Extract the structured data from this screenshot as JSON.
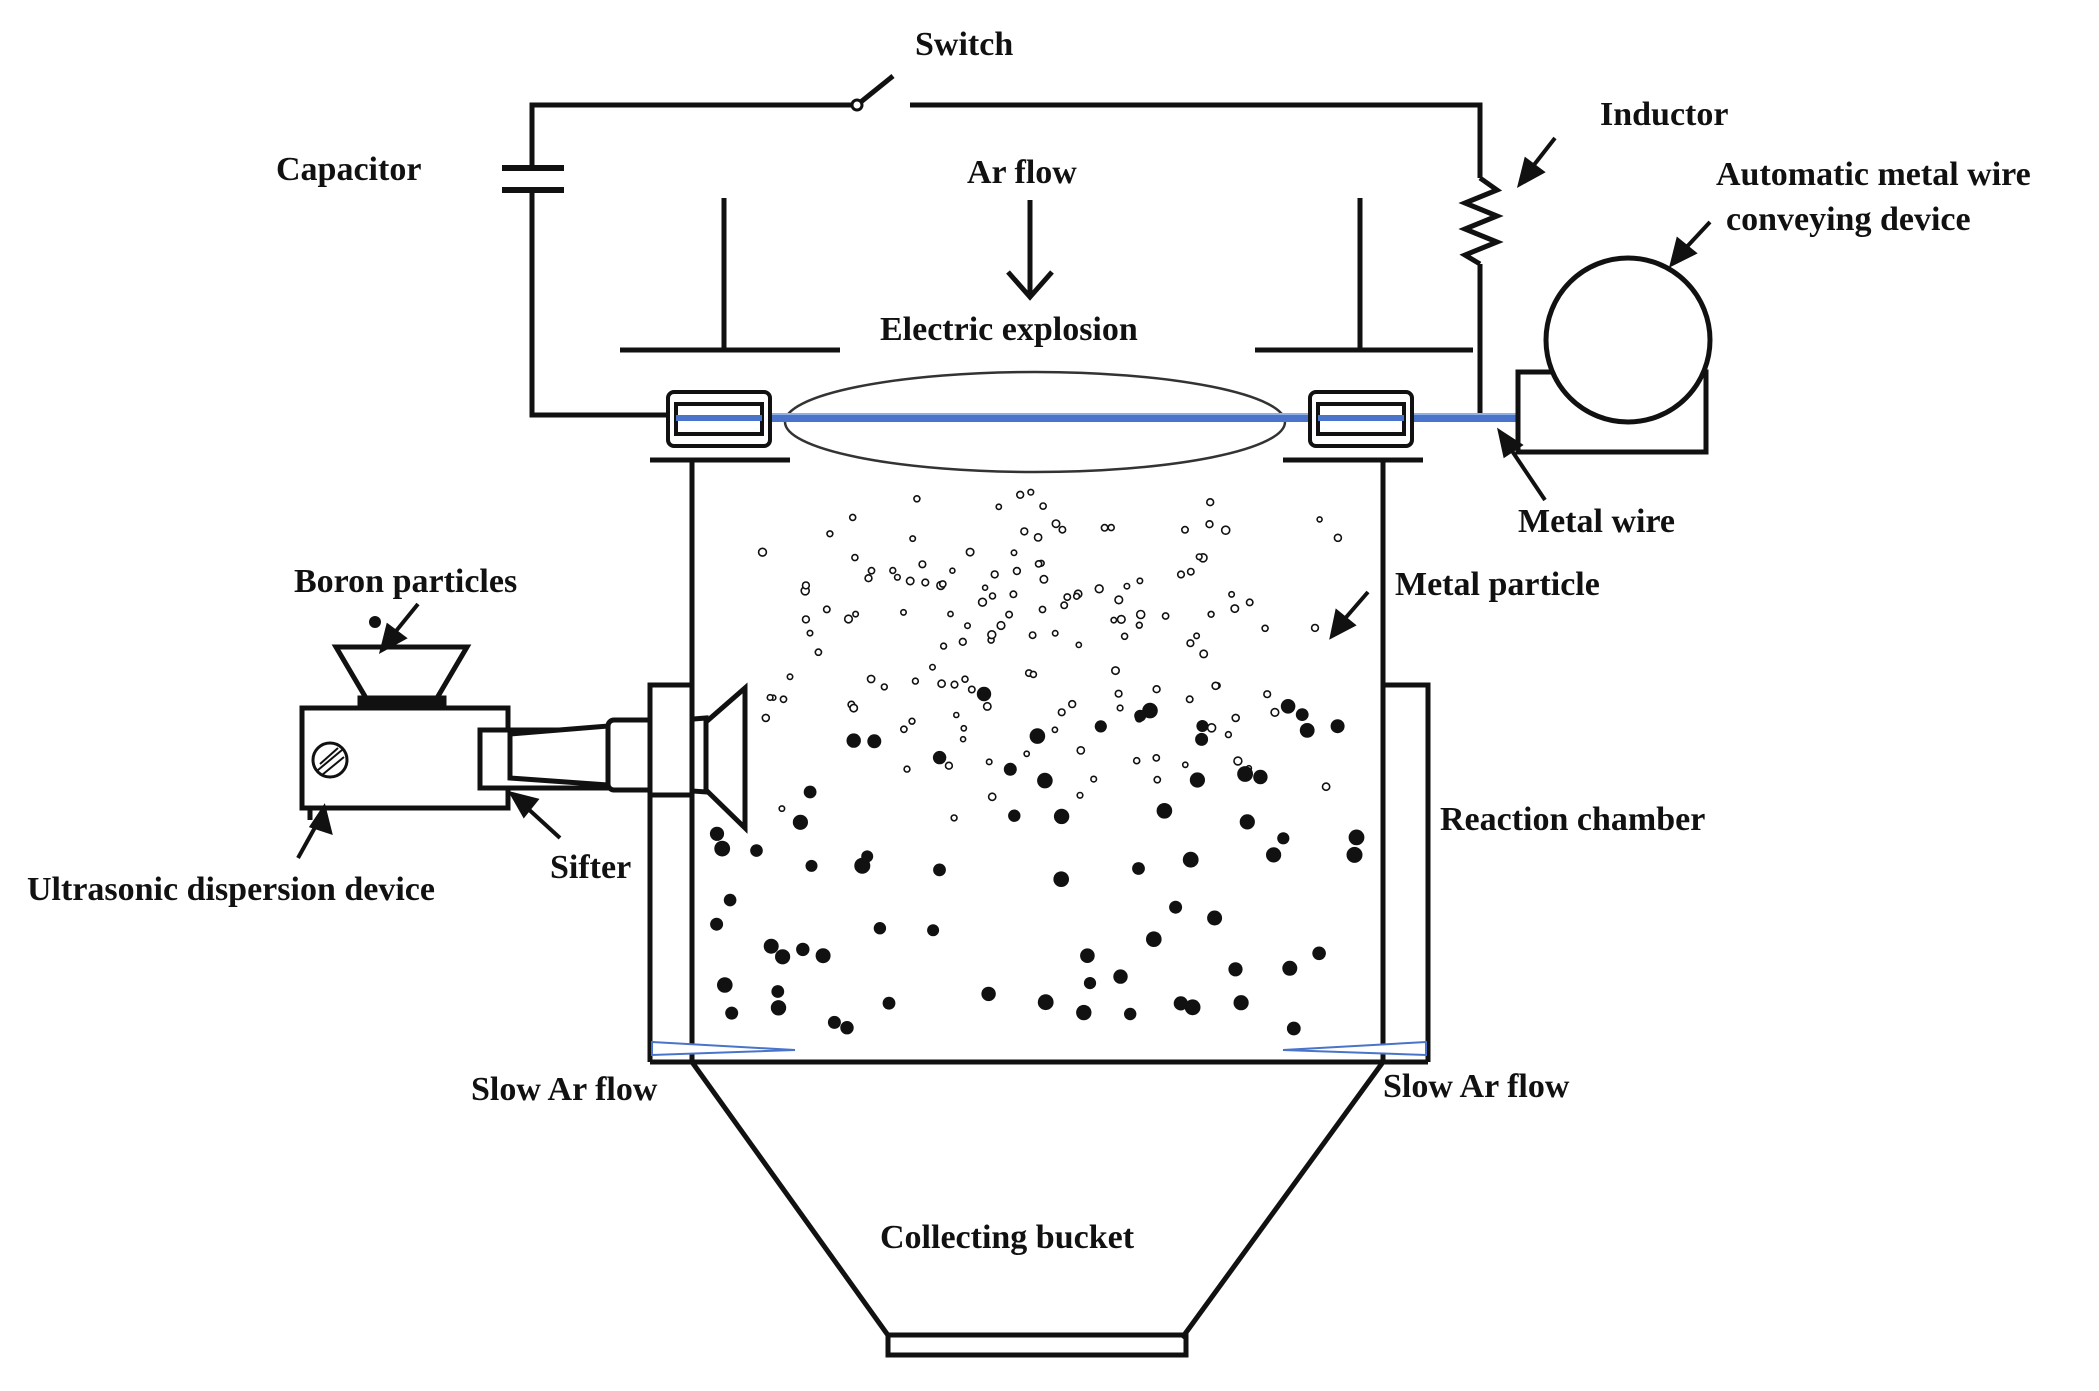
{
  "labels": {
    "switch": "Switch",
    "inductor": "Inductor",
    "capacitor": "Capacitor",
    "ar_flow": "Ar flow",
    "automatic_line1": "Automatic metal wire",
    "automatic_line2": "conveying device",
    "electric_explosion": "Electric explosion",
    "metal_wire": "Metal wire",
    "boron_particles": "Boron particles",
    "metal_particle": "Metal particle",
    "reaction_chamber": "Reaction chamber",
    "sifter": "Sifter",
    "ultrasonic": "Ultrasonic dispersion device",
    "slow_ar_left": "Slow Ar flow",
    "slow_ar_right": "Slow Ar flow",
    "collecting_bucket": "Collecting bucket"
  },
  "colors": {
    "line": "#111111",
    "wire": "#4a74c9",
    "background": "#ffffff"
  }
}
